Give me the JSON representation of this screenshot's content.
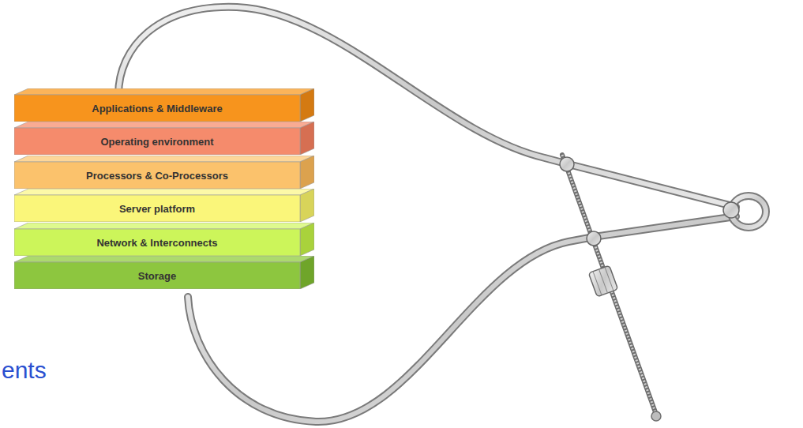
{
  "diagram": {
    "nodes": [
      {
        "text": [
          "Applications & Middleware"
        ]
      },
      {
        "text": [
          "Operating environment"
        ]
      },
      {
        "text": [
          "Processors & Co-Processors"
        ]
      },
      {
        "text": [
          "Server platform"
        ]
      },
      {
        "text": [
          "Network & Interconnects"
        ]
      },
      {
        "text": [
          "Storage"
        ]
      }
    ],
    "labels": [
      "ents"
    ]
  }
}
